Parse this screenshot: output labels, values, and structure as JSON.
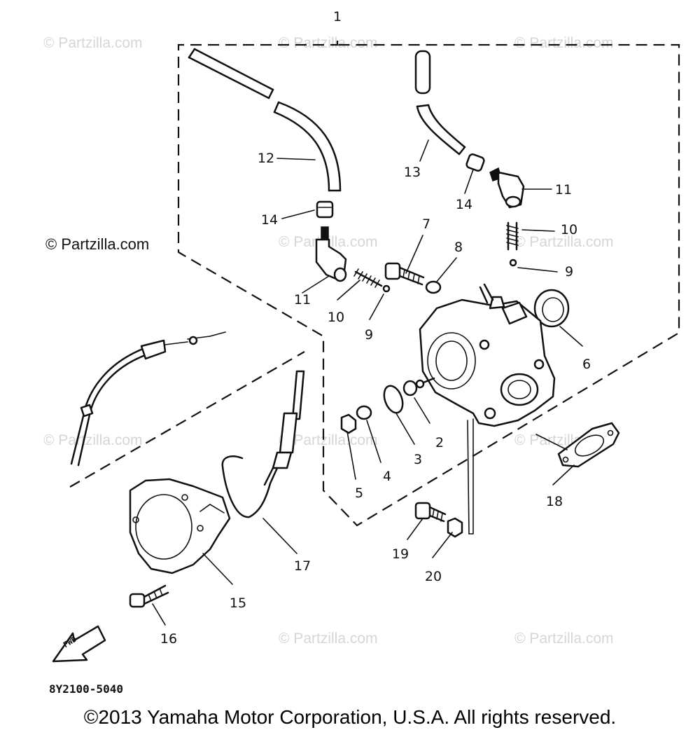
{
  "watermarks": [
    "© Partzilla.com",
    "© Partzilla.com",
    "© Partzilla.com",
    "© Partzilla.com",
    "© Partzilla.com",
    "© Partzilla.com",
    "© Partzilla.com",
    "© Partzilla.com",
    "© Partzilla.com",
    "© Partzilla.com"
  ],
  "watermark_strong": "© Partzilla.com",
  "callouts": [
    "1",
    "2",
    "3",
    "4",
    "5",
    "6",
    "7",
    "8",
    "9",
    "9",
    "10",
    "10",
    "11",
    "11",
    "12",
    "13",
    "14",
    "14",
    "15",
    "16",
    "17",
    "18",
    "19",
    "20"
  ],
  "front_arrow_label": "FWD",
  "diagram_code": "8Y2100-5040",
  "copyright": "©2013 Yamaha Motor Corporation, U.S.A. All rights reserved."
}
